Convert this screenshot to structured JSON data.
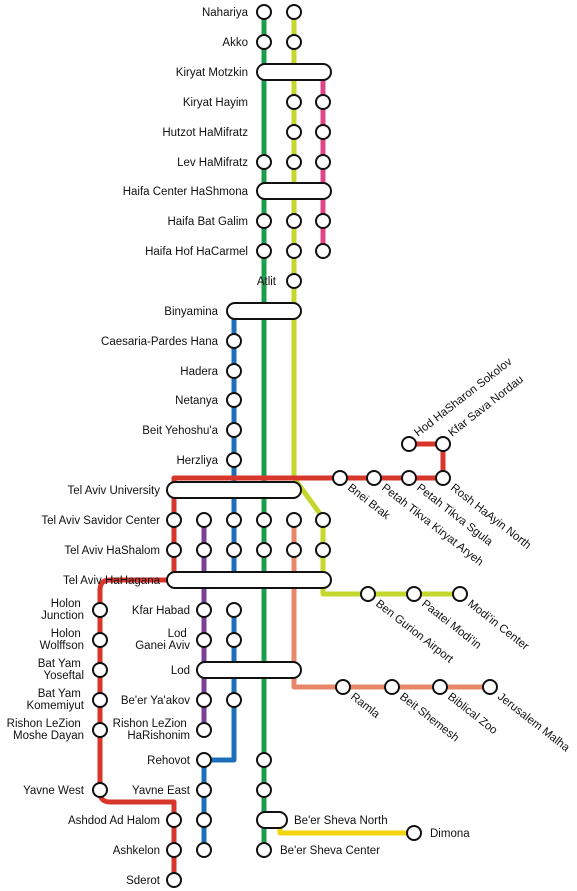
{
  "colors": {
    "green": "#1a9e4b",
    "yellow_green": "#c5d62c",
    "pink": "#e0458a",
    "blue": "#1c6fb8",
    "red": "#d9362b",
    "purple": "#7a3f96",
    "salmon": "#e8866a",
    "yellow": "#f2d40f",
    "station_fill": "#ffffff",
    "station_stroke": "#111111"
  },
  "stations": {
    "nahariya": "Nahariya",
    "akko": "Akko",
    "kiryat_motzkin": "Kiryat Motzkin",
    "kiryat_hayim": "Kiryat Hayim",
    "hutzot_hamifratz": "Hutzot HaMifratz",
    "lev_hamifratz": "Lev HaMifratz",
    "haifa_center": "Haifa Center HaShmona",
    "haifa_bat_galim": "Haifa Bat Galim",
    "haifa_hof_hacarmel": "Haifa Hof HaCarmel",
    "atlit": "Atlit",
    "binyamina": "Binyamina",
    "caesaria": "Caesaria-Pardes Hana",
    "hadera": "Hadera",
    "netanya": "Netanya",
    "beit_yehoshua": "Beit Yehoshu'a",
    "herzliya": "Herzliya",
    "tel_aviv_university": "Tel Aviv University",
    "tel_aviv_savidor": "Tel Aviv Savidor Center",
    "tel_aviv_hashalom": "Tel Aviv HaShalom",
    "tel_aviv_hahagana": "Tel Aviv HaHagana",
    "holon_junction": [
      "Holon",
      "Junction"
    ],
    "holon_wolfson": [
      "Holon",
      "Wolffson"
    ],
    "bat_yam_yoseftal": [
      "Bat Yam",
      "Yoseftal"
    ],
    "bat_yam_komemiyut": [
      "Bat Yam",
      "Komemiyut"
    ],
    "rishon_moshe_dayan": [
      "Rishon LeZion",
      "Moshe Dayan"
    ],
    "yavne_west": "Yavne West",
    "ashdod": "Ashdod Ad Halom",
    "ashkelon": "Ashkelon",
    "sderot": "Sderot",
    "kfar_habad": "Kfar Habad",
    "lod_ganei_aviv": [
      "Lod",
      "Ganei Aviv"
    ],
    "lod": "Lod",
    "beer_yaakov": "Be'er Ya'akov",
    "rishon_harishonim": [
      "Rishon LeZion",
      "HaRishonim"
    ],
    "rehovot": "Rehovot",
    "yavne_east": "Yavne East",
    "beer_sheva_north": "Be'er Sheva North",
    "beer_sheva_center": "Be'er Sheva Center",
    "dimona": "Dimona",
    "hod_hasharon": "Hod HaSharon Sokolov",
    "kfar_sava": "Kfar Sava Nordau",
    "bnei_brak": "Bnei Brak",
    "petah_tikva_sgula": "Petah Tikva Sgula",
    "petah_tikva_kiryat_aryeh": "Petah Tikva Kiryat Aryeh",
    "rosh_haayin": "Rosh HaAyin North",
    "ben_gurion": "Ben Gurion Airport",
    "paatei_modiin": "Paatei Modi'in",
    "modiin_center": "Modi'in Center",
    "ramla": "Ramla",
    "beit_shemesh": "Beit Shemesh",
    "biblical_zoo": "Biblical Zoo",
    "jerusalem_malha": "Jerusalem Malha"
  }
}
